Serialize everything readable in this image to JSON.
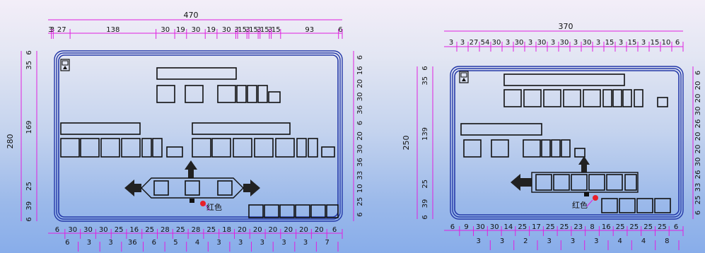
{
  "left_drawing": {
    "top_total": "470",
    "top_segments": [
      "3",
      "3",
      "27",
      "138",
      "30",
      "19",
      "30",
      "19",
      "30",
      "3",
      "15",
      "3",
      "15",
      "3",
      "15",
      "3",
      "15",
      "93",
      "6"
    ],
    "left_total": "280",
    "left_segments": [
      "6",
      "35",
      "169",
      "25",
      "39",
      "6"
    ],
    "right_segments": [
      "6",
      "16",
      "20",
      "30",
      "36",
      "6",
      "20",
      "30",
      "36",
      "33",
      "10",
      "25",
      "6"
    ],
    "bottom_segments": [
      "6",
      "30",
      "30",
      "30",
      "25",
      "16",
      "25",
      "28",
      "25",
      "28",
      "25",
      "18",
      "20",
      "20",
      "20",
      "20",
      "20",
      "20",
      "6"
    ],
    "bottom_sub": [
      "6",
      "3",
      "3",
      "36",
      "6",
      "5",
      "4",
      "3",
      "3",
      "3",
      "3",
      "3",
      "7"
    ],
    "note": "红色"
  },
  "right_drawing": {
    "top_total": "370",
    "top_segments": [
      "3",
      "3",
      "27",
      "54",
      "30",
      "3",
      "30",
      "3",
      "30",
      "3",
      "30",
      "3",
      "30",
      "3",
      "15",
      "3",
      "15",
      "3",
      "15",
      "10",
      "6"
    ],
    "left_total": "250",
    "left_segments": [
      "6",
      "35",
      "139",
      "25",
      "39",
      "6"
    ],
    "right_segments": [
      "6",
      "20",
      "20",
      "30",
      "26",
      "20",
      "20",
      "30",
      "26",
      "33",
      "25",
      "6"
    ],
    "bottom_segments": [
      "6",
      "9",
      "30",
      "30",
      "14",
      "25",
      "17",
      "25",
      "25",
      "23",
      "8",
      "16",
      "25",
      "25",
      "25",
      "25",
      "6"
    ],
    "bottom_sub": [
      "3",
      "3",
      "2",
      "3",
      "3",
      "3",
      "4",
      "4",
      "8"
    ],
    "note": "红色"
  },
  "colors": {
    "dimension": "#e020e0",
    "frame": "#2438a8",
    "marker": "#e8202a"
  }
}
